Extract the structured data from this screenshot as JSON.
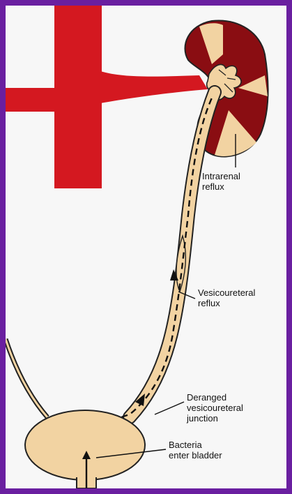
{
  "diagram": {
    "labels": {
      "intrarenal": [
        "Intrarenal",
        "reflux"
      ],
      "vesicoureteral": [
        "Vesicoureteral",
        "reflux"
      ],
      "deranged": [
        "Deranged",
        "vesicoureteral",
        "junction"
      ],
      "bacteria": [
        "Bacteria",
        "enter bladder"
      ]
    },
    "colors": {
      "frame": "#6a1fa0",
      "vessel": "#d41820",
      "kidney_dark": "#8a0d12",
      "tissue": "#f2d3a2",
      "outline": "#222222",
      "background": "#f7f7f7"
    }
  }
}
